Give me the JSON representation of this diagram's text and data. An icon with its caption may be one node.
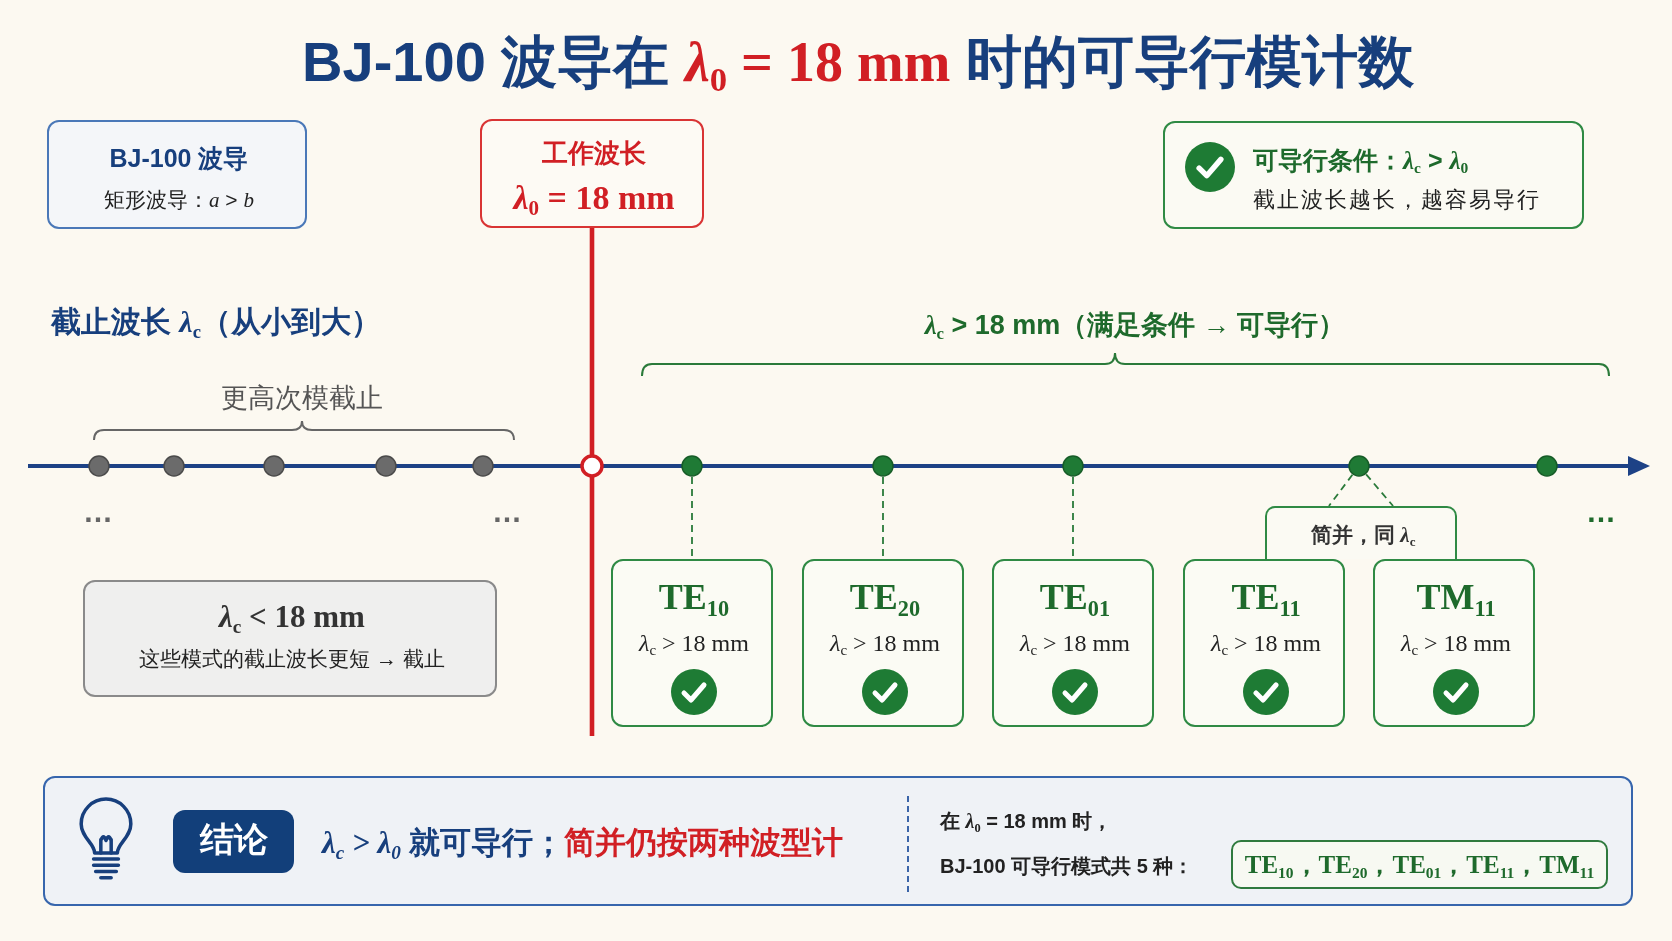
{
  "diagram": {
    "title": "BJ-100 波导在 ***λ*$_{0}$ = 18 mm** 时的可导行模计数",
    "nodes": [
      {
        "text": [
          "BJ-100 波导",
          "矩形波导：*a* > *b*"
        ]
      },
      {
        "text": [
          "工作波长",
          "*λ*$_{0}$ = 18 mm"
        ]
      },
      {
        "text": [
          "可导行条件：*λ*$_{c}$ > *λ*$_{0}$",
          "截止波长越长，越容易导行"
        ]
      },
      {
        "text": [
          "*λ*$_{c}$ < 18 mm",
          "这些模式的截止波长更短 → 截止"
        ]
      },
      {
        "text": [],
        "shape": "circle"
      },
      {
        "text": [],
        "shape": "circle"
      },
      {
        "text": [],
        "shape": "circle"
      },
      {
        "text": [],
        "shape": "circle"
      },
      {
        "text": [
          "简并，同 *λ*$_{c}$"
        ]
      },
      {
        "text": [
          "TE$_{10}$",
          "*λ*$_{c}$ > 18 mm"
        ]
      },
      {
        "text": [
          "TE$_{20}$",
          "*λ*$_{c}$ > 18 mm"
        ]
      },
      {
        "text": [
          "TE$_{01}$",
          "*λ*$_{c}$ > 18 mm"
        ]
      },
      {
        "text": [
          "TE$_{11}$",
          "*λ*$_{c}$ > 18 mm"
        ]
      },
      {
        "text": [
          "TM$_{11}$",
          "*λ*$_{c}$ > 18 mm"
        ]
      },
      {
        "text": [
          "*λ$_{c}$ > λ$_{0}$* 就可导行；**简并仍按两种波型计**",
          "在 *λ*$_{0}$ = 18 mm 时，",
          "BJ-100 可导行模式共 5 种："
        ]
      },
      {
        "text": [
          "结论"
        ],
        "in": 14
      },
      {
        "text": [
          "TE$_{10}$，TE$_{20}$，TE$_{01}$，TE$_{11}$，TM$_{11}$"
        ],
        "in": 14
      }
    ],
    "edges": [
      {
        "from": 1,
        "to": null,
        "arrow": "none",
        "style": "thick",
        "color": "#d11f24"
      },
      {
        "from": 4,
        "to": 9,
        "arrow": "none",
        "style": "dashed"
      },
      {
        "from": 5,
        "to": 10,
        "arrow": "none",
        "style": "dashed"
      },
      {
        "from": 6,
        "to": 11,
        "arrow": "none",
        "style": "dashed"
      },
      {
        "from": 7,
        "to": 8,
        "arrow": "none",
        "style": "dashed"
      },
      {
        "from": 7,
        "to": 8,
        "arrow": "none",
        "style": "dashed"
      }
    ],
    "labels": [
      "截止波长 *λ*$_{c}$（从小到大）",
      "*λ*$_{c}$ > 18 mm（满足条件 → 可导行）",
      "更高次模截止",
      "…",
      "…",
      "…"
    ]
  }
}
